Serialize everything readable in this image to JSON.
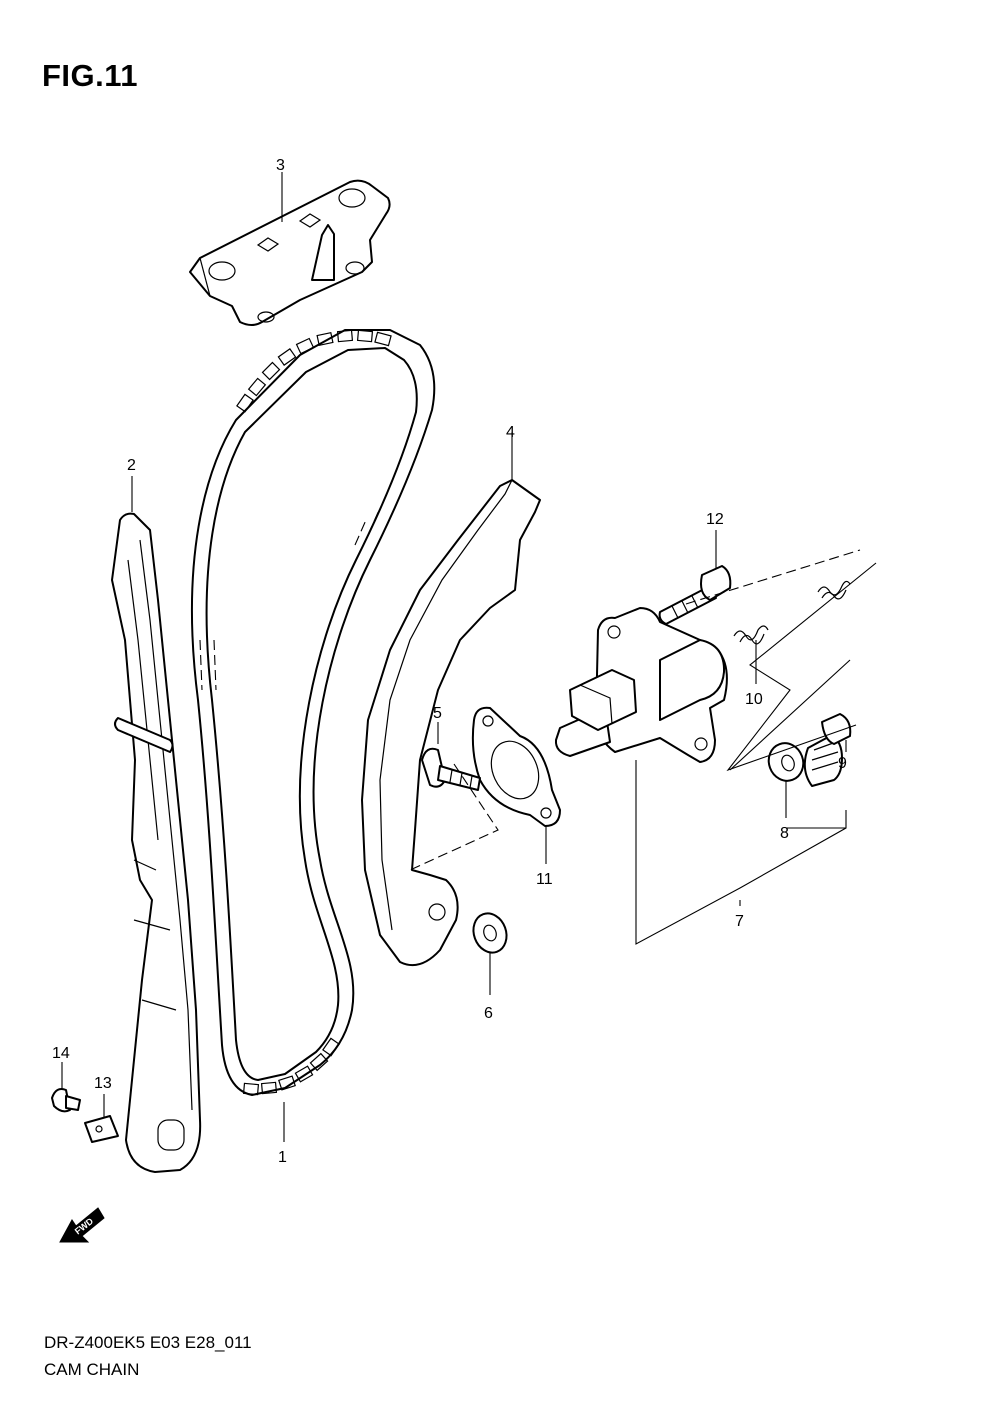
{
  "figure": {
    "title": "FIG.11"
  },
  "footer": {
    "code": "DR-Z400EK5 E03 E28_011",
    "name": "CAM CHAIN"
  },
  "fwd_label": "FWD",
  "callouts": [
    "1",
    "2",
    "3",
    "4",
    "5",
    "6",
    "7",
    "8",
    "9",
    "10",
    "11",
    "12",
    "13",
    "14"
  ]
}
